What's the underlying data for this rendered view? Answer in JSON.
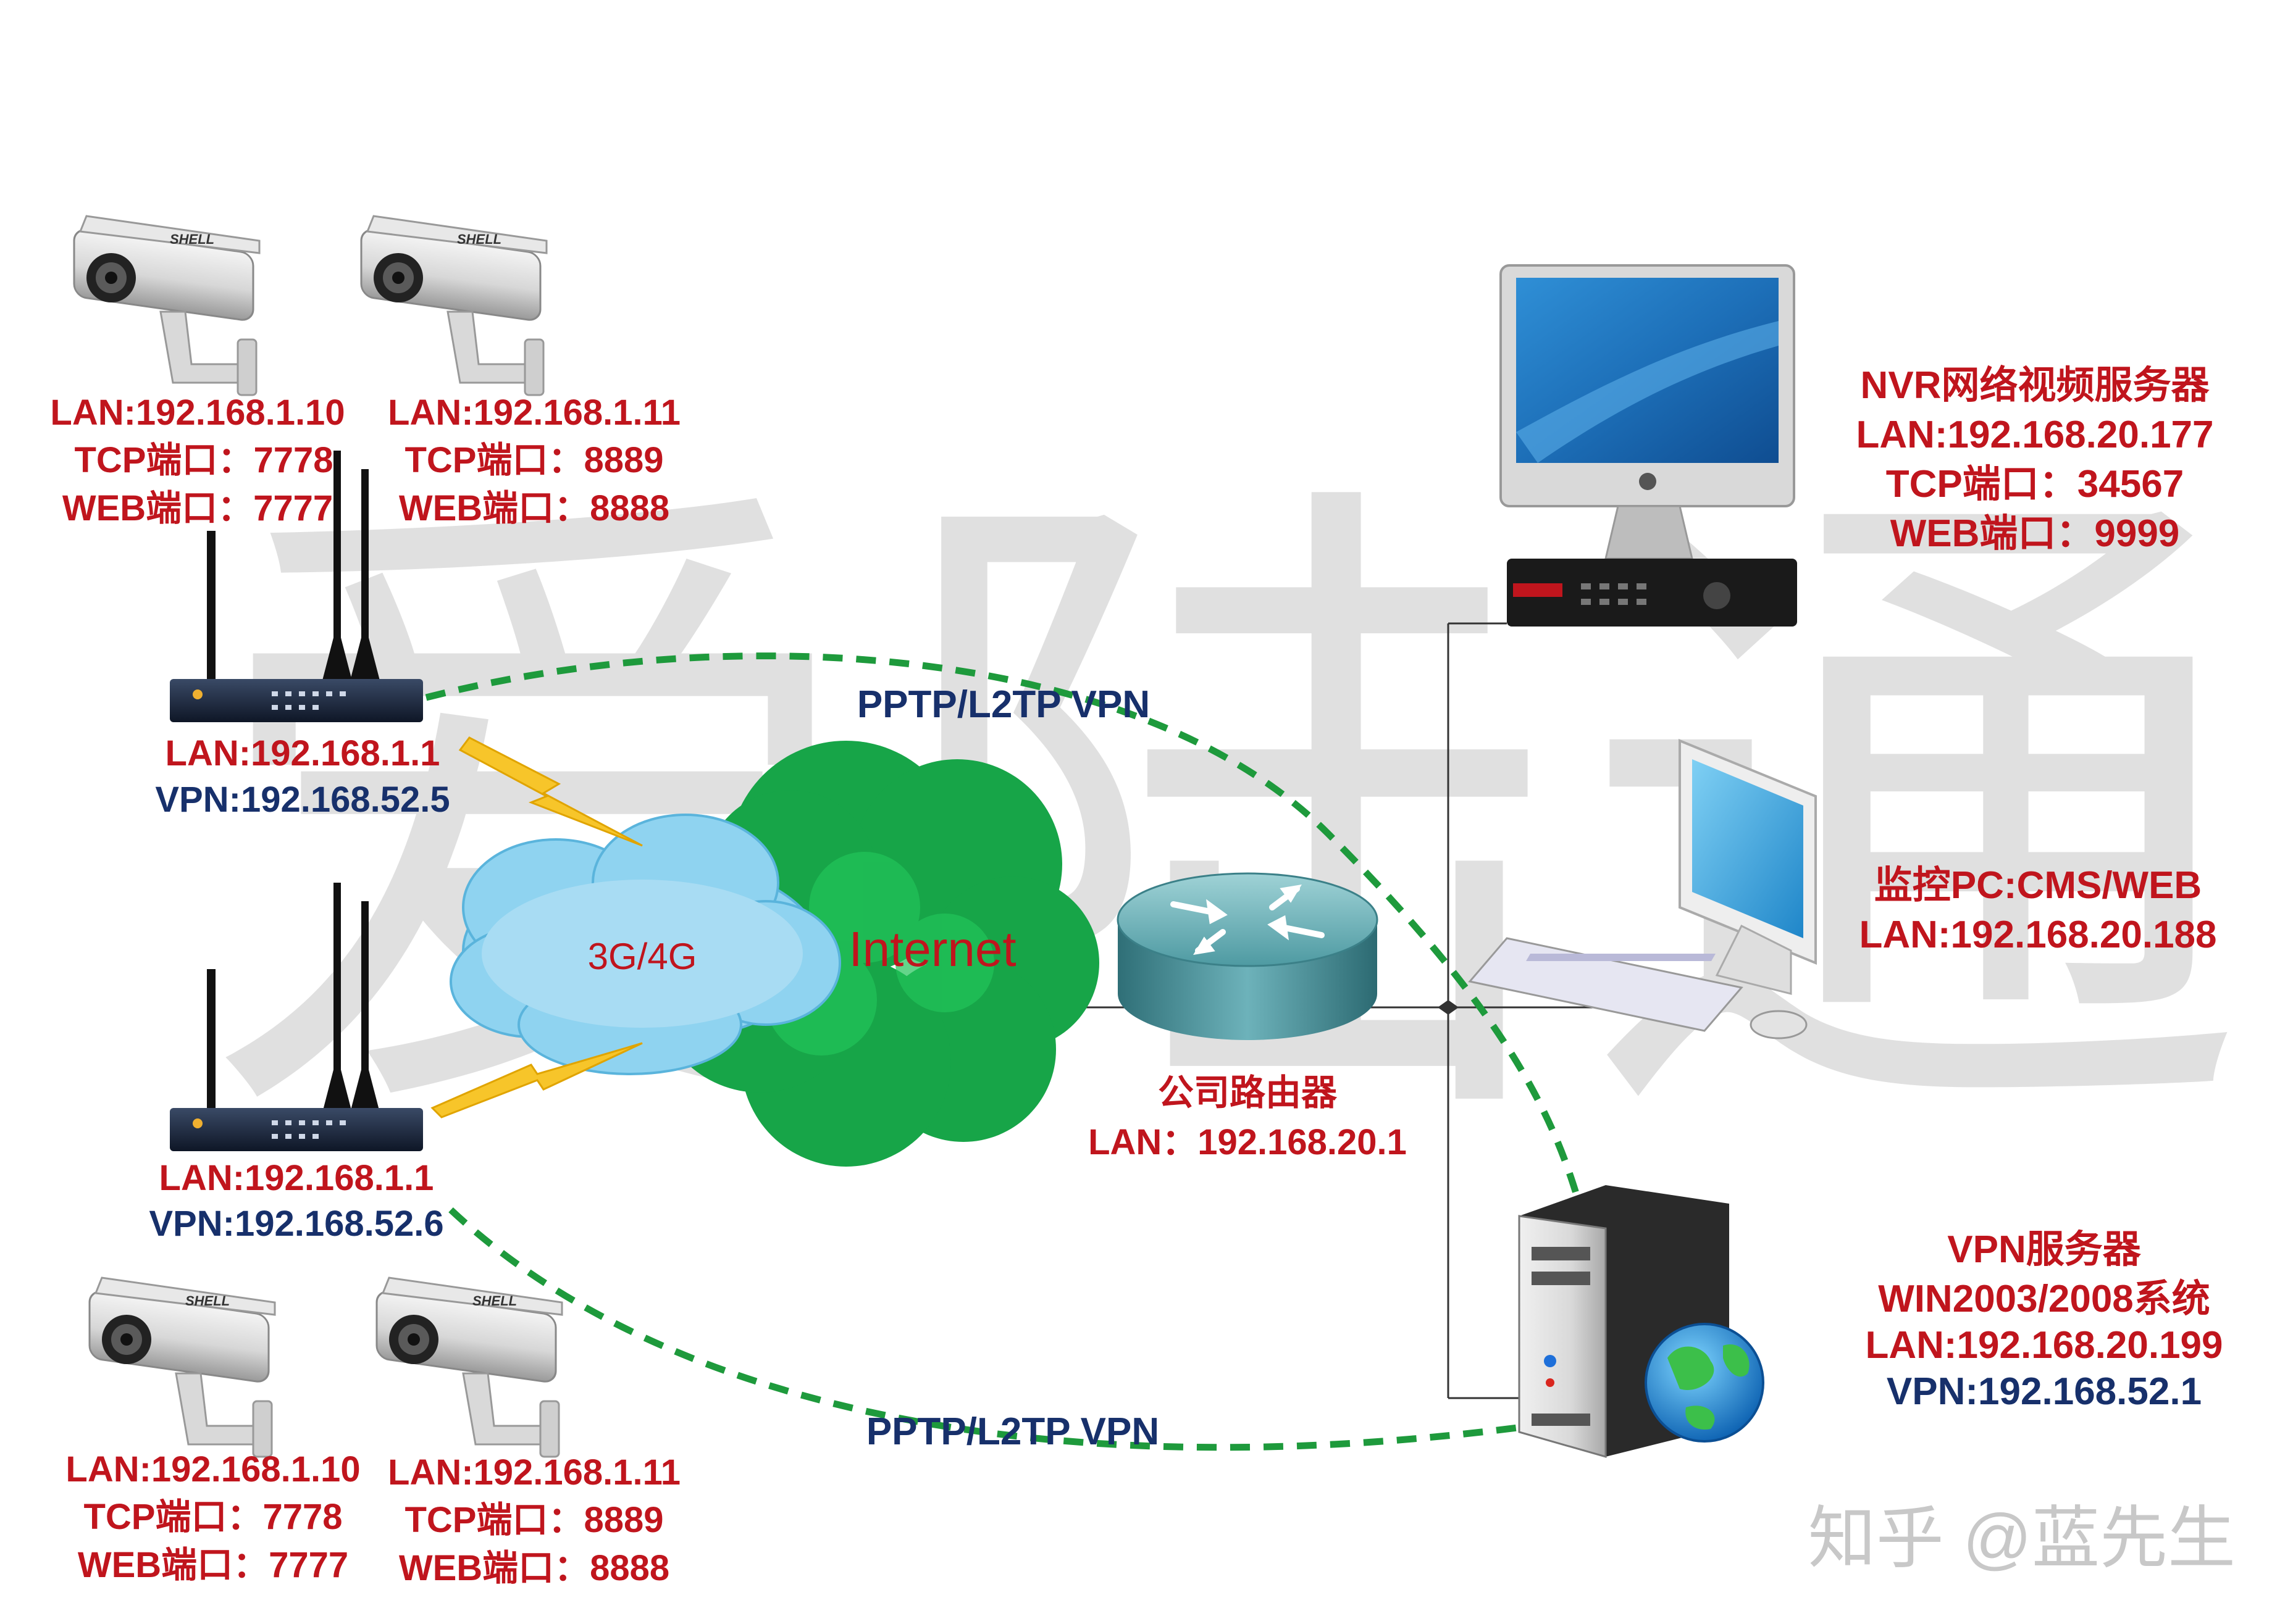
{
  "watermark": {
    "text": "爱陆通",
    "credit": "知乎 @蓝先生"
  },
  "colors": {
    "label_red": "#c0151d",
    "label_navy": "#17306b",
    "vpn_line": "#1e9a3c",
    "cloud_blue": "#8fd3f0",
    "cloud_green": "#1fa84a"
  },
  "top_site": {
    "camera1": {
      "lan": "LAN:192.168.1.10",
      "tcp": "TCP端口：7778",
      "web": "WEB端口：7777",
      "brand": "SHELL"
    },
    "camera2": {
      "lan": "LAN:192.168.1.11",
      "tcp": "TCP端口：8889",
      "web": "WEB端口：8888",
      "brand": "SHELL"
    },
    "router": {
      "lan": "LAN:192.168.1.1",
      "vpn": "VPN:192.168.52.5"
    }
  },
  "bottom_site": {
    "camera1": {
      "lan": "LAN:192.168.1.10",
      "tcp": "TCP端口：7778",
      "web": "WEB端口：7777",
      "brand": "SHELL"
    },
    "camera2": {
      "lan": "LAN:192.168.1.11",
      "tcp": "TCP端口：8889",
      "web": "WEB端口：8888",
      "brand": "SHELL"
    },
    "router": {
      "lan": "LAN:192.168.1.1",
      "vpn": "VPN:192.168.52.6"
    }
  },
  "links": {
    "vpn_top": "PPTP/L2TP VPN",
    "vpn_bottom": "PPTP/L2TP VPN"
  },
  "cloud": {
    "mobile": "3G/4G",
    "internet": "Internet"
  },
  "company_router": {
    "name": "公司路由器",
    "lan": "LAN：192.168.20.1"
  },
  "nvr": {
    "title": "NVR网络视频服务器",
    "lan": "LAN:192.168.20.177",
    "tcp": "TCP端口：34567",
    "web": "WEB端口：9999"
  },
  "monitor_pc": {
    "title": "监控PC:CMS/WEB",
    "lan": "LAN:192.168.20.188"
  },
  "vpn_server": {
    "title": "VPN服务器",
    "os": "WIN2003/2008系统",
    "lan": "LAN:192.168.20.199",
    "vpn": "VPN:192.168.52.1"
  }
}
